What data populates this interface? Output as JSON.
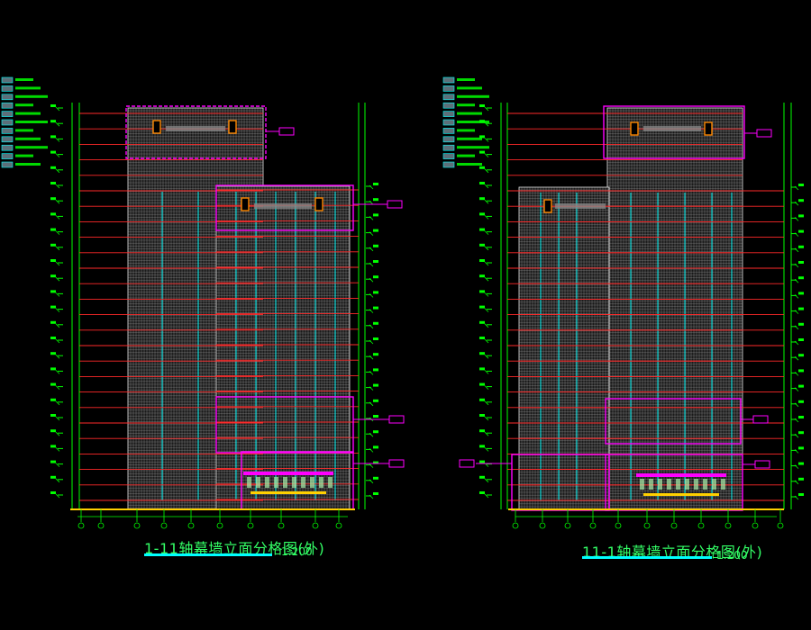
{
  "colors": {
    "background": "#000000",
    "grid_green": "#00ff00",
    "floor_red": "#ff2a2a",
    "accent_magenta": "#ff00ff",
    "facade_white": "#e8e8e8",
    "axis_cyan": "#00ffff",
    "title_green": "#33ff66",
    "podium_yellow": "#ffd000",
    "mark_orange": "#ff8800"
  },
  "drawings": [
    {
      "title": "1-11轴幕墙立面分格图(外)",
      "scale": "1:200"
    },
    {
      "title": "11-1轴幕墙立面分格图(外)",
      "scale": "1:200"
    }
  ]
}
